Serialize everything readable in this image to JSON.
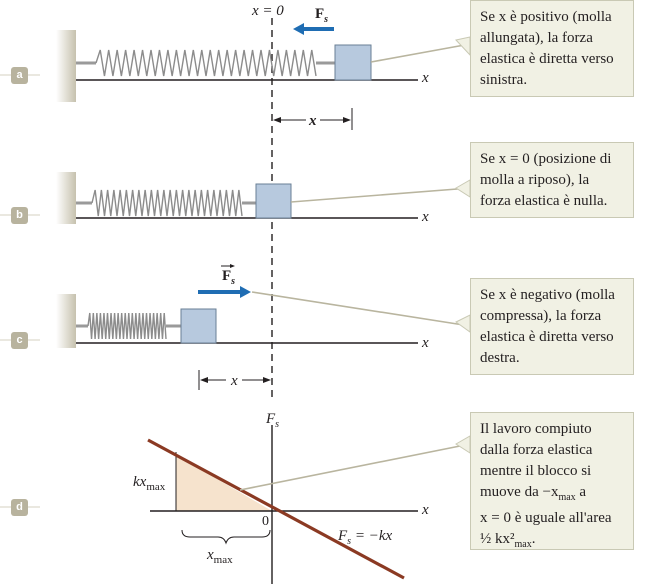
{
  "panels": {
    "a": {
      "badge": "a"
    },
    "b": {
      "badge": "b"
    },
    "c": {
      "badge": "c"
    },
    "d": {
      "badge": "d"
    }
  },
  "labels": {
    "x_eq_0": "x = 0",
    "x": "x",
    "force": "F",
    "force_sub": "s",
    "x_top": "x",
    "x_mid": "x",
    "fs_axis": "F",
    "fs_axis_sub": "s",
    "kx_k": "kx",
    "kx_sub": "max",
    "xmax_x": "x",
    "xmax_sub": "max",
    "origin": "0",
    "law_lhs": "F",
    "law_sub": "s",
    "law_rhs": " = −kx"
  },
  "notes": {
    "a": [
      "Se x è positivo (molla",
      "allungata), la forza",
      "elastica è diretta verso",
      "sinistra."
    ],
    "b": [
      "Se x = 0 (posizione di",
      "molla a riposo), la",
      "forza elastica è nulla."
    ],
    "c": [
      "Se x è negativo (molla",
      "compressa), la forza",
      "elastica è diretta verso",
      "destra."
    ],
    "d": [
      "Il lavoro compiuto",
      "dalla forza elastica",
      "mentre il blocco si",
      "muove da −x",
      "x = 0 è uguale all'area",
      "½ kx²"
    ],
    "d_extra": {
      "max1": "max",
      "a_word": " a",
      "max2": "max",
      "period": "."
    }
  },
  "colors": {
    "arrow": "#1f6db3",
    "block": "#b7c9de",
    "line": "#8b3a23",
    "area": "#f6e3cd",
    "note_bg": "#f1f1e4",
    "spring": "#9a9a9a"
  }
}
